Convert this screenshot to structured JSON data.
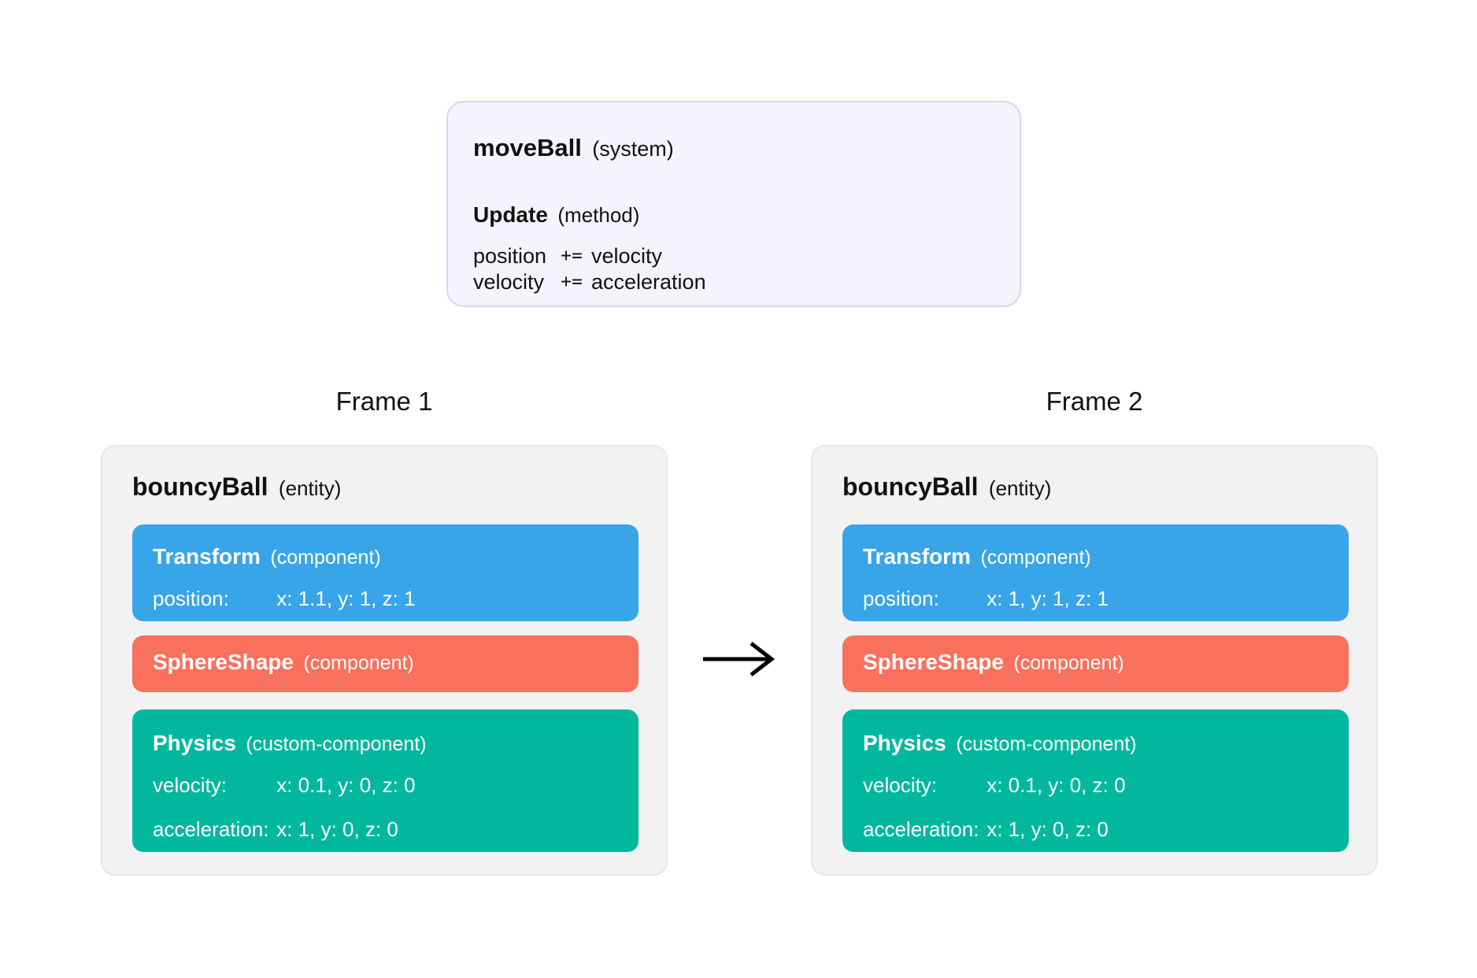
{
  "colors": {
    "transform_blue": "#38a5e9",
    "sphere_coral": "#f9705d",
    "physics_teal": "#01b89e",
    "entity_bg": "#f2f2f2",
    "entity_border": "#e6e6e6",
    "system_bg": "#f7f3fd",
    "system_border": "#ddd2f2",
    "arrow_black": "#000000"
  },
  "system_card": {
    "name": "moveBall",
    "kind": "(system)",
    "method_name": "Update",
    "method_kind": "(method)",
    "code": [
      {
        "target": "position",
        "operator": "+=",
        "source": "velocity"
      },
      {
        "target": "velocity",
        "operator": "+=",
        "source": "acceleration"
      }
    ]
  },
  "frames": [
    {
      "label": "Frame 1",
      "entity_name": "bouncyBall",
      "entity_kind": "(entity)",
      "components": [
        {
          "name": "Transform",
          "kind": "(component)",
          "rows": [
            {
              "key": "position:",
              "value": "x: 1.1, y: 1, z: 1"
            }
          ]
        },
        {
          "name": "SphereShape",
          "kind": "(component)",
          "rows": []
        },
        {
          "name": "Physics",
          "kind": "(custom-component)",
          "rows": [
            {
              "key": "velocity:",
              "value": "x: 0.1, y: 0, z: 0"
            },
            {
              "key": "acceleration:",
              "value": "x: 1, y: 0, z: 0"
            }
          ]
        }
      ]
    },
    {
      "label": "Frame 2",
      "entity_name": "bouncyBall",
      "entity_kind": "(entity)",
      "components": [
        {
          "name": "Transform",
          "kind": "(component)",
          "rows": [
            {
              "key": "position:",
              "value": "x: 1, y: 1, z: 1"
            }
          ]
        },
        {
          "name": "SphereShape",
          "kind": "(component)",
          "rows": []
        },
        {
          "name": "Physics",
          "kind": "(custom-component)",
          "rows": [
            {
              "key": "velocity:",
              "value": "x: 0.1, y: 0, z: 0"
            },
            {
              "key": "acceleration:",
              "value": "x: 1, y: 0, z: 0"
            }
          ]
        }
      ]
    }
  ]
}
